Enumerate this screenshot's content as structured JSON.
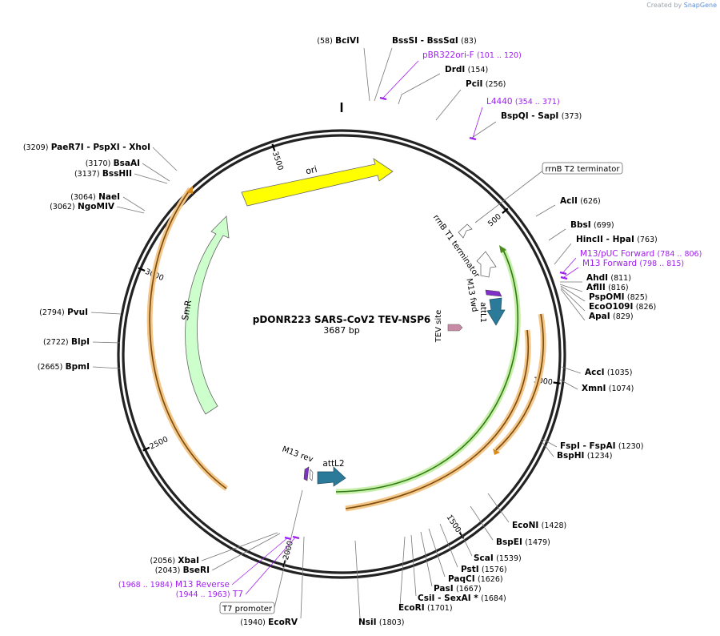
{
  "credit": {
    "prefix": "Created by",
    "brand": "SnapGene"
  },
  "plasmid": {
    "name": "pDONR223 SARS-CoV2 TEV-NSP6",
    "length_label": "3687 bp",
    "length_bp": 3687
  },
  "colors": {
    "site_text": "#000000",
    "primer": "#a020f0",
    "ori": "#ffff00",
    "smr": "#ccffcc",
    "attl": "#2b7a99",
    "orf_green": "#4a8a1f",
    "orf_orange": "#d98a1a",
    "tev": "#c98aa6"
  },
  "ticks": [
    {
      "label": "500",
      "bp": 500
    },
    {
      "label": "1000",
      "bp": 1000
    },
    {
      "label": "1500",
      "bp": 1500
    },
    {
      "label": "2000",
      "bp": 2000
    },
    {
      "label": "2500",
      "bp": 2500
    },
    {
      "label": "3000",
      "bp": 3000
    },
    {
      "label": "3500",
      "bp": 3500
    }
  ],
  "features": [
    {
      "label": "ori",
      "kind": "ori"
    },
    {
      "label": "SmR",
      "kind": "smr"
    },
    {
      "label": "attL1",
      "kind": "attl"
    },
    {
      "label": "attL2",
      "kind": "attl"
    },
    {
      "label": "M13 fwd",
      "kind": "primer_small"
    },
    {
      "label": "M13 rev",
      "kind": "primer_small"
    },
    {
      "label": "TEV site",
      "kind": "tev"
    },
    {
      "label": "rrnB T1 terminator",
      "kind": "terminator"
    }
  ],
  "boxed_labels": [
    "rrnB T2 terminator",
    "T7 promoter"
  ],
  "sites": [
    {
      "name": "BciVI",
      "pos": "(58)"
    },
    {
      "name": "BssSI - BssSαI",
      "pos": "(83)"
    },
    {
      "name": "DrdI",
      "pos": "(154)"
    },
    {
      "name": "PciI",
      "pos": "(256)"
    },
    {
      "name": "BspQI - SapI",
      "pos": "(373)"
    },
    {
      "name": "AclI",
      "pos": "(626)"
    },
    {
      "name": "BbsI",
      "pos": "(699)"
    },
    {
      "name": "HincII - HpaI",
      "pos": "(763)"
    },
    {
      "name": "AhdI",
      "pos": "(811)"
    },
    {
      "name": "AflII",
      "pos": "(816)"
    },
    {
      "name": "PspOMI",
      "pos": "(825)"
    },
    {
      "name": "EcoO109I",
      "pos": "(826)"
    },
    {
      "name": "ApaI",
      "pos": "(829)"
    },
    {
      "name": "AccI",
      "pos": "(1035)"
    },
    {
      "name": "XmnI",
      "pos": "(1074)"
    },
    {
      "name": "FspI - FspAI",
      "pos": "(1230)"
    },
    {
      "name": "BspHI",
      "pos": "(1234)"
    },
    {
      "name": "EcoNI",
      "pos": "(1428)"
    },
    {
      "name": "BspEI",
      "pos": "(1479)"
    },
    {
      "name": "ScaI",
      "pos": "(1539)"
    },
    {
      "name": "PstI",
      "pos": "(1576)"
    },
    {
      "name": "PaqCI",
      "pos": "(1626)"
    },
    {
      "name": "PasI",
      "pos": "(1667)"
    },
    {
      "name": "CsiI - SexAI *",
      "pos": "(1684)"
    },
    {
      "name": "EcoRI",
      "pos": "(1701)"
    },
    {
      "name": "NsiI",
      "pos": "(1803)"
    },
    {
      "name": "EcoRV",
      "pos": "(1940)"
    },
    {
      "name": "BseRI",
      "pos": "(2043)"
    },
    {
      "name": "XbaI",
      "pos": "(2056)"
    },
    {
      "name": "BpmI",
      "pos": "(2665)"
    },
    {
      "name": "BlpI",
      "pos": "(2722)"
    },
    {
      "name": "PvuI",
      "pos": "(2794)"
    },
    {
      "name": "NgoMIV",
      "pos": "(3062)"
    },
    {
      "name": "NaeI",
      "pos": "(3064)"
    },
    {
      "name": "BssHII",
      "pos": "(3137)"
    },
    {
      "name": "BsaAI",
      "pos": "(3170)"
    },
    {
      "name": "PaeR7I - PspXI - XhoI",
      "pos": "(3209)"
    }
  ],
  "primers": [
    {
      "name": "pBR322ori-F",
      "range": "(101 .. 120)"
    },
    {
      "name": "L4440",
      "range": "(354 .. 371)"
    },
    {
      "name": "M13/pUC Forward",
      "range": "(784 .. 806)"
    },
    {
      "name": "M13 Forward",
      "range": "(798 .. 815)"
    },
    {
      "name": "M13 Reverse",
      "range": "(1968 .. 1984)"
    },
    {
      "name": "T7",
      "range": "(1944 .. 1963)"
    }
  ]
}
